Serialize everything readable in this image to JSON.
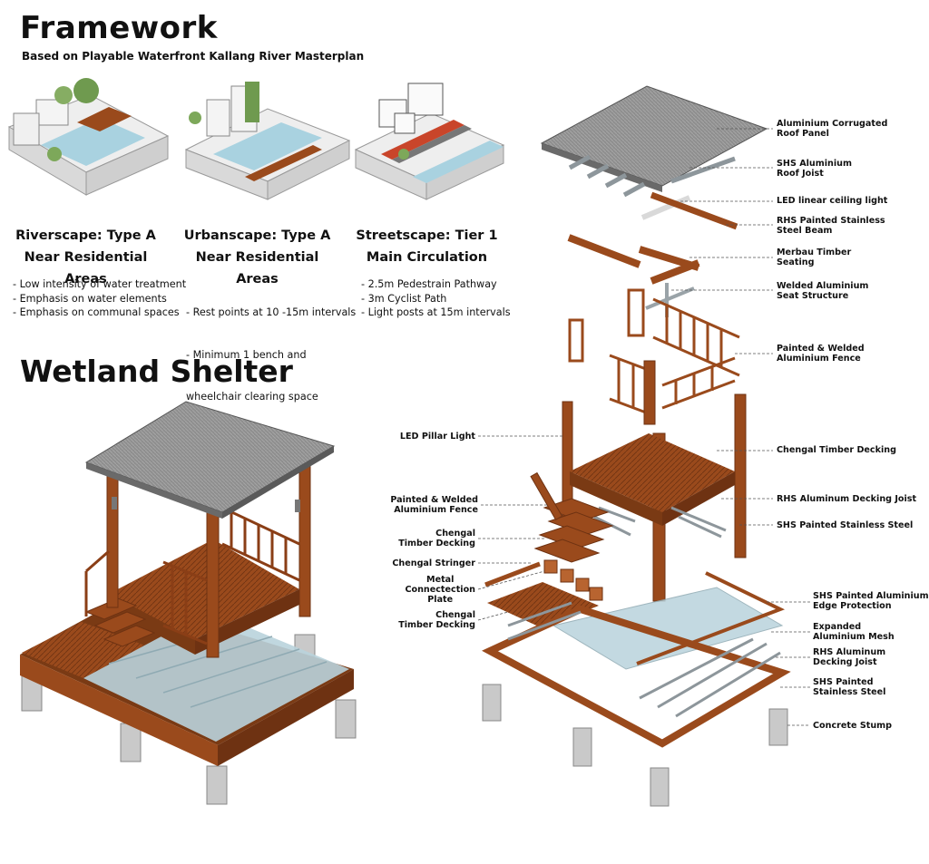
{
  "header": {
    "title": "Framework",
    "subtitle": "Based on Playable Waterfront Kallang River Masterplan"
  },
  "types": [
    {
      "title": "Riverscape: Type A",
      "subtitle": "Near Residential Areas",
      "bullets": [
        "- Low intensity of water treatment",
        "- Emphasis on water elements",
        "- Emphasis on communal spaces"
      ]
    },
    {
      "title": "Urbanscape: Type A",
      "subtitle": "Near Residential Areas",
      "bullets": [
        "- Rest points at 10 -15m intervals",
        "- Minimum 1 bench and",
        "  wheelchair clearing space"
      ]
    },
    {
      "title": "Streetscape: Tier 1",
      "subtitle": "Main Circulation",
      "bullets": [
        "- 2.5m Pedestrain Pathway",
        "- 3m Cyclist Path",
        "- Light posts at 15m intervals"
      ]
    }
  ],
  "section_title": "Wetland Shelter",
  "callouts_right": [
    "Aluminium Corrugated\nRoof Panel",
    "SHS Aluminium\nRoof Joist",
    "LED linear ceiling light",
    "RHS Painted Stainless\nSteel Beam",
    "Merbau Timber\nSeating",
    "Welded Aluminium\nSeat Structure",
    "Painted & Welded\nAluminium Fence",
    "Chengal Timber Decking",
    "RHS Aluminum Decking Joist",
    "SHS Painted Stainless Steel",
    "SHS Painted Aluminium\nEdge Protection",
    "Expanded\nAluminium Mesh",
    "RHS Aluminum\nDecking Joist",
    "SHS Painted\nStainless Steel",
    "Concrete Stump"
  ],
  "callouts_left": [
    "LED Pillar Light",
    "Painted & Welded\nAluminium Fence",
    "Chengal\nTimber Decking",
    "Chengal Stringer",
    "Metal\nConnectection\nPlate",
    "Chengal\nTimber Decking"
  ],
  "colors": {
    "timber": "#9a4a1c",
    "timber_dark": "#6e3212",
    "timber_light": "#b86430",
    "roof": "#8e8e8e",
    "metal": "#9aa3a8",
    "mesh": "#b9d3dc",
    "concrete": "#c9c9c9",
    "water": "#a9d2e0",
    "greenery": "#6f9a4f"
  }
}
